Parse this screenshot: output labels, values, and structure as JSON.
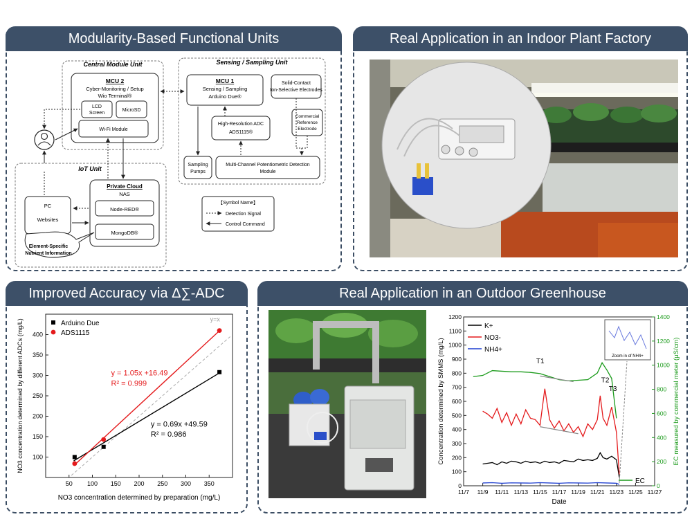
{
  "panels": {
    "p1_title": "Modularity-Based Functional Units",
    "p2_title": "Real Application in an Indoor Plant Factory",
    "p3_title": "Improved Accuracy via Δ∑-ADC",
    "p4_title": "Real Application in an Outdoor Greenhouse"
  },
  "diagram": {
    "central_unit": "Central Module Unit",
    "sensing_unit": "Sensing / Sampling Unit",
    "iot_unit": "IoT Unit",
    "mcu2_title": "MCU 2",
    "mcu2_line1": "Cyber-Monitoring / Setup",
    "mcu2_line2": "Wio Terminal®",
    "lcd1": "LCD",
    "lcd2": "Screen",
    "microsd": "MicroSD",
    "wifi": "Wi-Fi Module",
    "mcu1_title": "MCU 1",
    "mcu1_line1": "Sensing / Sampling",
    "mcu1_line2": "Arduino Due®",
    "ise1": "Solid-Contact",
    "ise2": "Ion-Selective Electrodes",
    "ref1": "Commercial",
    "ref2": "Reference",
    "ref3": "Electrode",
    "adc1": "High-Resolution ADC",
    "adc2": "ADS1115®",
    "pumps1": "Sampling",
    "pumps2": "Pumps",
    "mcpd1": "Multi-Channel Potentiometric Detection",
    "mcpd2": "Module",
    "cloud_title": "Private Cloud",
    "nas": "NAS",
    "nodered": "Node-RED®",
    "mongodb": "MongoDB®",
    "pc": "PC",
    "websites": "Websites",
    "callout1": "Element-Specific",
    "callout2": "Nutrient Information",
    "legend_title": "【Symbol Name】",
    "legend_detect": "Detection Signal",
    "legend_control": "Control Command"
  },
  "chart_data": [
    {
      "type": "scatter",
      "xlabel": "NO3 concentration determined by preparation (mg/L)",
      "ylabel": "NO3 concentration determined by different ADCs (mg/L)",
      "xlim": [
        0,
        400
      ],
      "ylim": [
        50,
        450
      ],
      "xticks": [
        50,
        100,
        150,
        200,
        250,
        300,
        350
      ],
      "yticks": [
        100,
        150,
        200,
        250,
        300,
        350,
        400
      ],
      "grid": false,
      "legend": "top-left",
      "series": [
        {
          "name": "Arduino Due",
          "color": "#000000",
          "marker": "square",
          "x": [
            62,
            124,
            372
          ],
          "y": [
            100,
            125,
            308
          ],
          "fit_label": "y = 0.69x +49.59",
          "r2_label": "R² = 0.986"
        },
        {
          "name": "ADS1115",
          "color": "#e41a1c",
          "marker": "circle",
          "x": [
            62,
            124,
            372
          ],
          "y": [
            84,
            143,
            410
          ],
          "fit_label": "y = 1.05x +16.49",
          "r2_label": "R² = 0.999"
        }
      ],
      "reference_line_label": "y=x"
    },
    {
      "type": "line",
      "xlabel": "Date",
      "ylabel_left": "Concentration determined by SMMS (mg/L)",
      "ylabel_right": "EC measured by commercial meter (μS/cm)",
      "xticks": [
        "11/7",
        "11/9",
        "11/11",
        "11/13",
        "11/15",
        "11/17",
        "11/19",
        "11/21",
        "11/23",
        "11/25",
        "11/27"
      ],
      "ylim_left": [
        0,
        1200
      ],
      "ylim_right": [
        0,
        1400
      ],
      "yticks_left": [
        0,
        100,
        200,
        300,
        400,
        500,
        600,
        700,
        800,
        900,
        1000,
        1100,
        1200
      ],
      "yticks_right": [
        0,
        200,
        400,
        600,
        800,
        1000,
        1200,
        1400
      ],
      "legend": "top-left",
      "annotations": [
        "T1",
        "T2",
        "T3"
      ],
      "inset_label": "Zoom in of NH4+",
      "series": [
        {
          "name": "K+",
          "color": "#000000",
          "axis": "left",
          "x": [
            9,
            9.5,
            10,
            10.5,
            11,
            11.5,
            12,
            12.5,
            13,
            13.5,
            14,
            14.5,
            15,
            15.5,
            16,
            16.5,
            17,
            17.5,
            18,
            18.5,
            19,
            19.5,
            20,
            20.5,
            21,
            21.3,
            21.6,
            22,
            22.5,
            23,
            23.3
          ],
          "y": [
            155,
            160,
            165,
            150,
            170,
            160,
            175,
            170,
            160,
            175,
            165,
            170,
            160,
            175,
            165,
            170,
            160,
            180,
            175,
            170,
            190,
            180,
            185,
            180,
            195,
            235,
            200,
            190,
            210,
            185,
            60
          ]
        },
        {
          "name": "NO3-",
          "color": "#e41a1c",
          "axis": "left",
          "x": [
            9,
            9.5,
            10,
            10.5,
            11,
            11.5,
            12,
            12.5,
            13,
            13.5,
            14,
            14.5,
            15,
            15.5,
            16,
            16.5,
            17,
            17.5,
            18,
            18.5,
            19,
            19.5,
            20,
            20.5,
            21,
            21.3,
            21.6,
            22,
            22.5,
            23,
            23.3
          ],
          "y": [
            530,
            510,
            480,
            550,
            450,
            520,
            430,
            510,
            440,
            540,
            480,
            470,
            430,
            690,
            470,
            410,
            460,
            390,
            440,
            380,
            420,
            350,
            440,
            400,
            470,
            640,
            480,
            430,
            560,
            380,
            80
          ]
        },
        {
          "name": "NH4+",
          "color": "#1f3fd0",
          "axis": "left",
          "x": [
            9,
            10,
            11,
            12,
            13,
            14,
            15,
            16,
            17,
            18,
            19,
            20,
            21,
            22,
            23,
            23.3
          ],
          "y": [
            20,
            22,
            18,
            21,
            20,
            19,
            22,
            20,
            18,
            21,
            20,
            19,
            22,
            20,
            18,
            10
          ]
        },
        {
          "name": "EC",
          "color": "#1a9a1a",
          "axis": "right",
          "x": [
            8,
            9,
            10,
            11,
            12,
            13,
            14,
            15,
            16,
            17,
            18,
            19,
            20,
            21,
            21.5,
            22,
            22.5,
            23
          ],
          "y": [
            905,
            915,
            955,
            950,
            945,
            945,
            940,
            930,
            905,
            880,
            870,
            875,
            880,
            935,
            1020,
            960,
            890,
            560
          ]
        }
      ]
    }
  ]
}
